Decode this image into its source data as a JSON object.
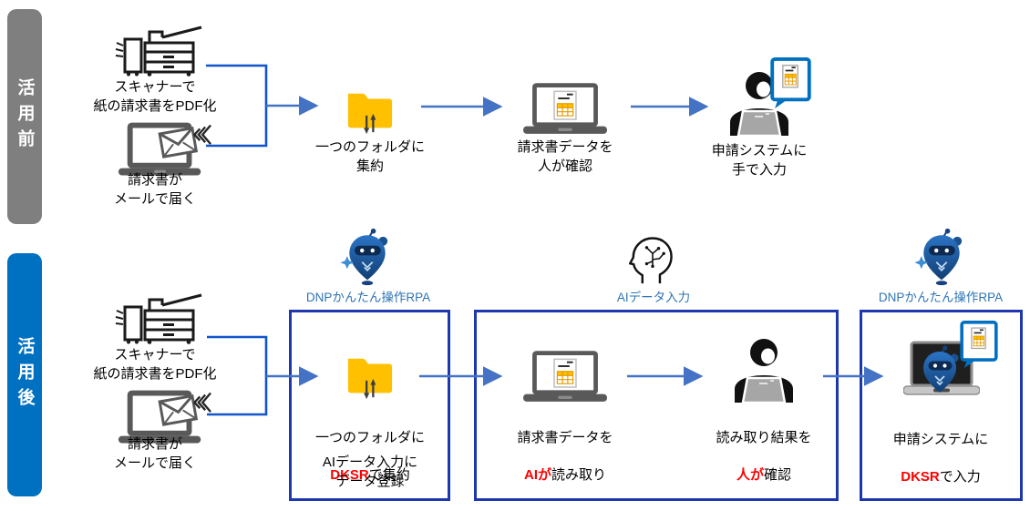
{
  "colors": {
    "row_before_bg": "#7F7F7F",
    "row_after_bg": "#0070C0",
    "box_border": "#1E37AF",
    "bracket_line": "#1155CC",
    "arrow": "#4472C4",
    "emphasis_red": "#FF0000",
    "tool_label_blue": "#2E74B5",
    "folder_yellow": "#FFC000"
  },
  "icons": [
    "scanner-icon",
    "laptop-mail-icon",
    "folder-sync-icon",
    "invoice-laptop-icon",
    "person-laptop-icon",
    "speech-bubble-invoice-icon",
    "dnp-robot-icon",
    "ai-head-icon",
    "robot-laptop-icon"
  ],
  "before": {
    "row_label": "活用前",
    "scanner_caption": "スキャナーで\n紙の請求書をPDF化",
    "mail_caption": "請求書が\nメールで届く",
    "collect_caption": "一つのフォルダに\n集約",
    "review_caption": "請求書データを\n人が確認",
    "entry_caption": "申請システムに\n手で入力"
  },
  "after": {
    "row_label": "活用後",
    "scanner_caption": "スキャナーで\n紙の請求書をPDF化",
    "mail_caption": "請求書が\nメールで届く",
    "rpa_tool_label_1": "DNPかんたん操作RPA",
    "ai_tool_label": "AIデータ入力",
    "rpa_tool_label_2": "DNPかんたん操作RPA",
    "collect": {
      "line1": "一つのフォルダに",
      "emphasis": "DKSR",
      "rest": "で集約",
      "sub": "AIデータ入力に\nデータ登録"
    },
    "read": {
      "line1": "請求書データを",
      "emphasis": "AIが",
      "rest": "読み取り"
    },
    "check": {
      "line1": "読み取り結果を",
      "emphasis": "人が",
      "rest": "確認"
    },
    "entry": {
      "line1": "申請システムに",
      "emphasis": "DKSR",
      "rest": "で入力"
    }
  }
}
